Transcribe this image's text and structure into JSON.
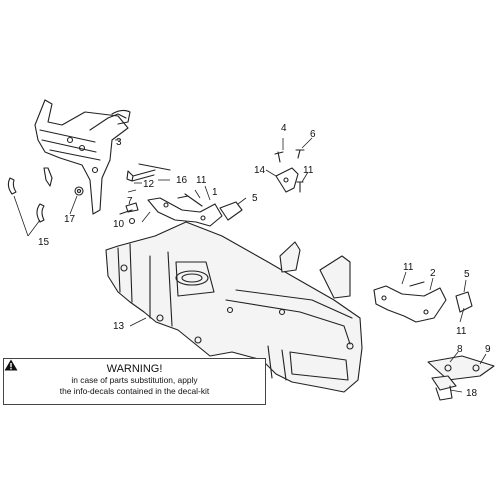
{
  "warning": {
    "title": "WARNING!",
    "line1": "in case of parts substitution, apply",
    "line2": "the info-decals contained in the decal-kit",
    "icon": "warning-triangle-icon"
  },
  "callouts": {
    "c1": "1",
    "c2": "2",
    "c3": "3",
    "c4": "4",
    "c5a": "5",
    "c5b": "5",
    "c6": "6",
    "c7": "7",
    "c8": "8",
    "c9": "9",
    "c10": "10",
    "c11a": "11",
    "c11b": "11",
    "c11c": "11",
    "c11d": "11",
    "c12": "12",
    "c13": "13",
    "c14": "14",
    "c15": "15",
    "c16": "16",
    "c17": "17",
    "c18": "18"
  }
}
